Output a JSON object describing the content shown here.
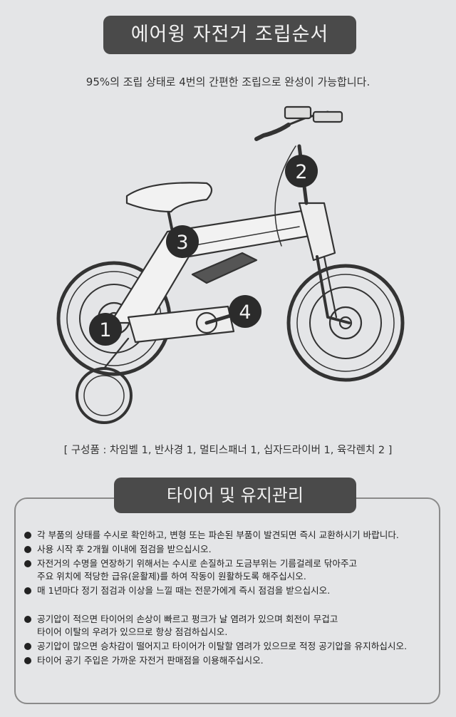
{
  "header": {
    "title": "에어윙 자전거 조립순서"
  },
  "intro": {
    "text": "95%의 조립 상태로 4번의 간편한 조립으로 완성이 가능합니다."
  },
  "diagram": {
    "steps": [
      "1",
      "2",
      "3",
      "4"
    ]
  },
  "components": {
    "text": "[ 구성품 : 차임벨 1, 반사경 1, 멀티스패너 1, 십자드라이버 1, 육각렌치 2 ]"
  },
  "care": {
    "title": "타이어 및 유지관리",
    "group1": [
      {
        "lines": [
          "각 부품의 상태를 수시로 확인하고, 변형 또는 파손된 부품이 발견되면 즉시 교환하시기 바랍니다."
        ]
      },
      {
        "lines": [
          "사용 시작 후 2개월 이내에 점검을 받으십시오."
        ]
      },
      {
        "lines": [
          "자전거의 수명을 연장하기 위해서는 수시로 손질하고 도금부위는 기름걸레로 닦아주고",
          "주요 위치에 적당한 급유(윤활제)를 하여 작동이 원활하도록 해주십시오."
        ]
      },
      {
        "lines": [
          "매 1년마다 정기 점검과 이상을 느낄 때는 전문가에게 즉시 점검을 받으십시오."
        ]
      }
    ],
    "group2": [
      {
        "lines": [
          "공기압이 적으면 타이어의 손상이 빠르고 펑크가 날 염려가 있으며 회전이 무겁고",
          "타이어 이탈의 우려가 있으므로 항상 점검하십시오."
        ]
      },
      {
        "lines": [
          "공기압이 많으면 승차감이 떨어지고 타이어가 이탈할 염려가 있으므로 적정 공기압을 유지하십시오."
        ]
      },
      {
        "lines": [
          "타이어 공기 주입은 가까운 자전거 판매점을 이용해주십시오."
        ]
      }
    ]
  }
}
